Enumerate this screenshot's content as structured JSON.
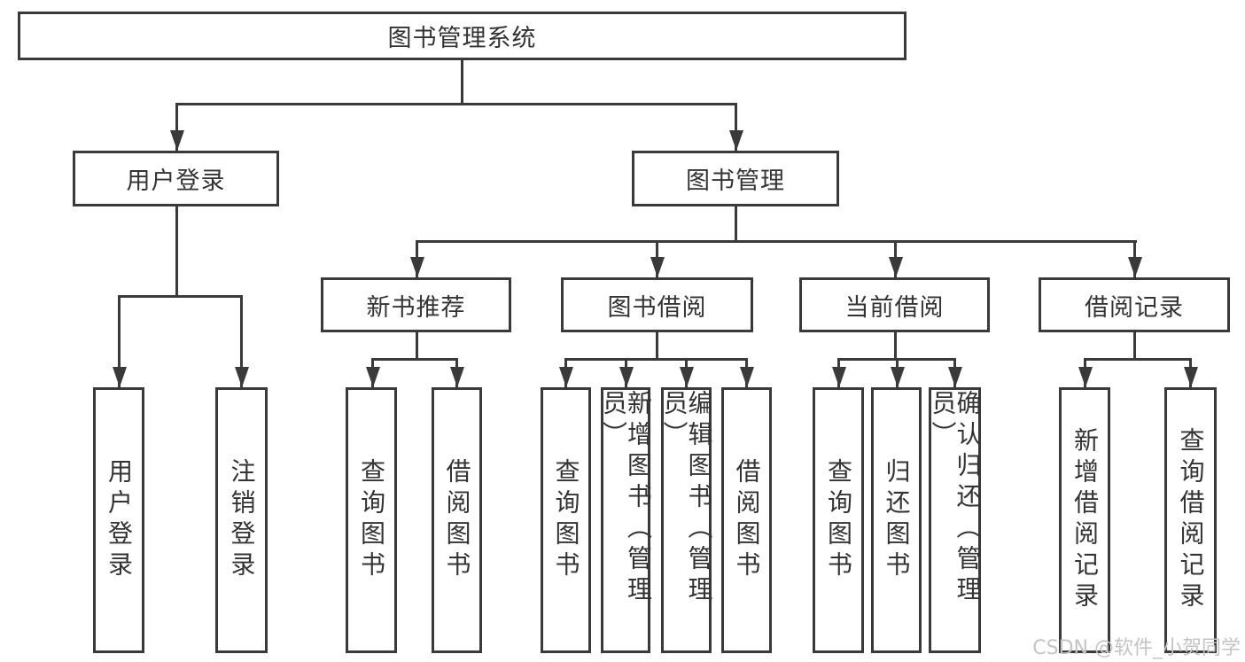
{
  "colors": {
    "line": "#3a3a3a",
    "text": "#333333",
    "box_bg": "#ffffff",
    "watermark": "#c4c4c4",
    "page_bg": "#ffffff"
  },
  "tree": {
    "label": "图书管理系统",
    "children": [
      {
        "label": "用户登录",
        "children": [
          {
            "label": "用户登录"
          },
          {
            "label": "注销登录"
          }
        ]
      },
      {
        "label": "图书管理",
        "children": [
          {
            "label": "新书推荐",
            "children": [
              {
                "label": "查询图书"
              },
              {
                "label": "借阅图书"
              }
            ]
          },
          {
            "label": "图书借阅",
            "children": [
              {
                "label": "查询图书"
              },
              {
                "label": "新增图书（管理员）"
              },
              {
                "label": "编辑图书（管理员）"
              },
              {
                "label": "借阅图书"
              }
            ]
          },
          {
            "label": "当前借阅",
            "children": [
              {
                "label": "查询图书"
              },
              {
                "label": "归还图书"
              },
              {
                "label": "确认归还（管理员）"
              }
            ]
          },
          {
            "label": "借阅记录",
            "children": [
              {
                "label": "新增借阅记录"
              },
              {
                "label": "查询借阅记录"
              }
            ]
          }
        ]
      }
    ]
  },
  "watermark": {
    "text": "CSDN @软件_小贺同学"
  }
}
